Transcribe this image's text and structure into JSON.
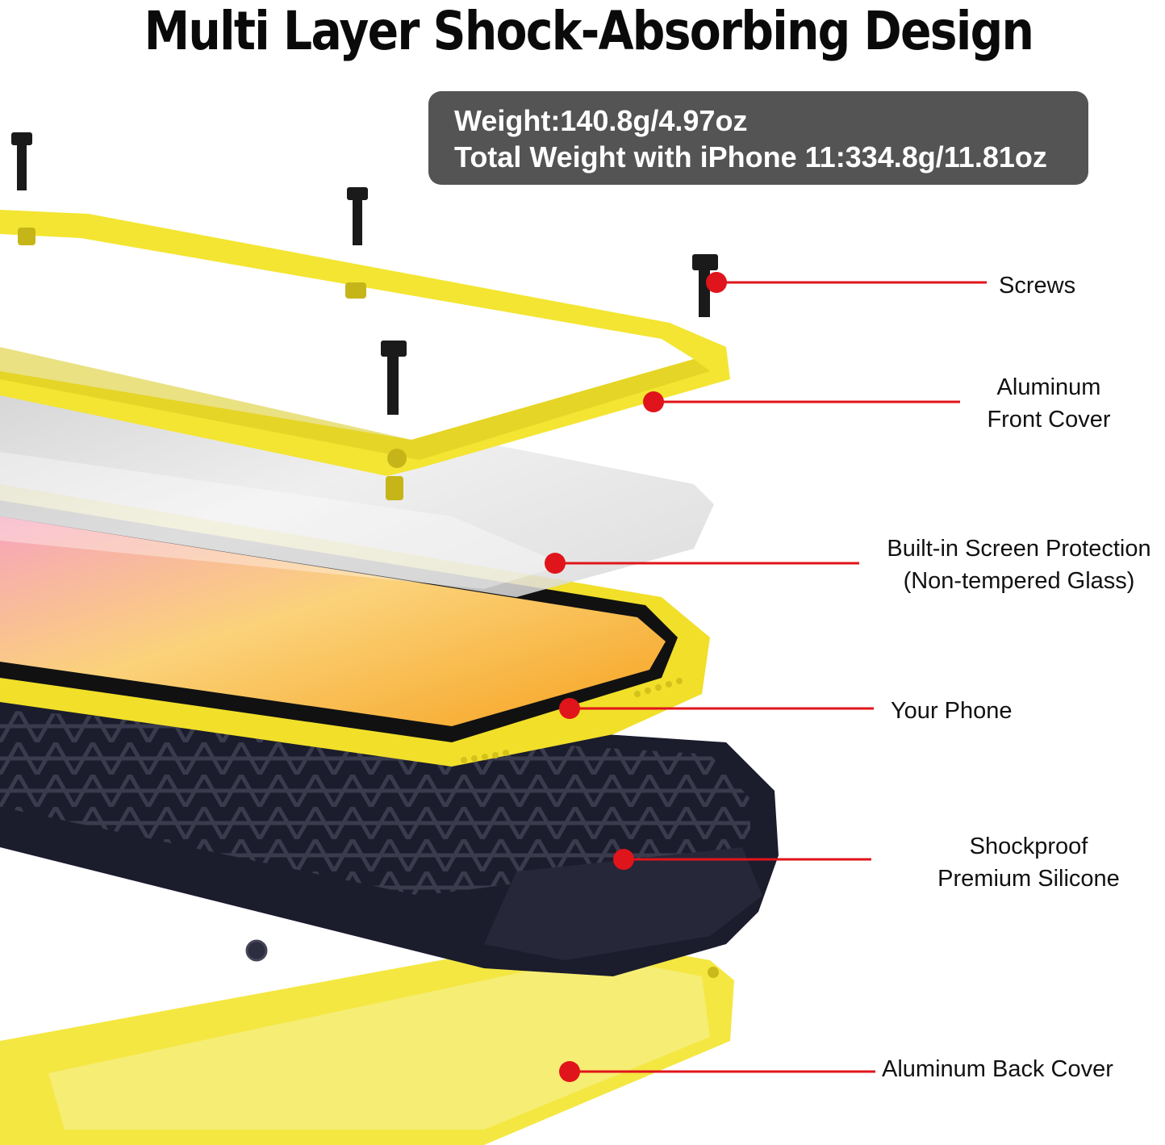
{
  "header": {
    "title": "Multi Layer Shock-Absorbing Design"
  },
  "weight_info": {
    "weight": "Weight:140.8g/4.97oz",
    "total_weight": "Total Weight with iPhone 11:334.8g/11.81oz"
  },
  "callouts": [
    {
      "id": "screws",
      "lines": [
        "Screws"
      ]
    },
    {
      "id": "front-cover",
      "lines": [
        "Aluminum",
        "Front Cover"
      ]
    },
    {
      "id": "screen-protection",
      "lines": [
        "Built-in Screen Protection",
        "(Non-tempered Glass)"
      ]
    },
    {
      "id": "phone",
      "lines": [
        "Your Phone"
      ]
    },
    {
      "id": "silicone",
      "lines": [
        "Shockproof",
        "Premium Silicone"
      ]
    },
    {
      "id": "back-cover",
      "lines": [
        "Aluminum Back Cover"
      ]
    }
  ],
  "colors": {
    "accent_red": "#e0141b",
    "frame_yellow": "#f3e532",
    "box_gray": "#545454",
    "silicone_navy": "#1b1c2c"
  }
}
